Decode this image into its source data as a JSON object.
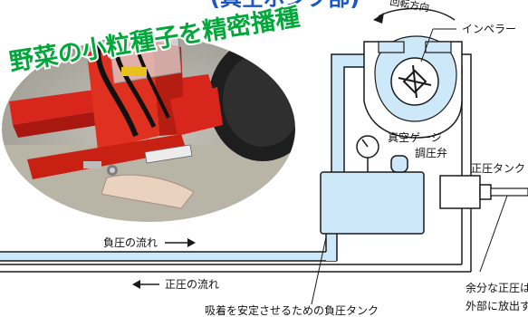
{
  "header": {
    "top_fragment": "(真空ポンプ部)",
    "headline": "野菜の小粒種子を精密播種"
  },
  "labels": {
    "impeller": "インペラー",
    "vacuum_gauge": "真空ゲージ",
    "pressure_valve": "調圧弁",
    "positive_tank": "正圧タンク",
    "negative_flow": "負圧の流れ",
    "positive_flow": "正圧の流れ",
    "excess_line1": "余分な正圧は",
    "excess_line2": "外部に放出する",
    "negative_tank": "吸着を安定させるための負圧タンク",
    "rotation": "回転方向"
  },
  "colors": {
    "pipe_fill": "#cde8f8",
    "pipe_outline": "#1a1a1a",
    "headline": "#00a83a",
    "machine_red": "#d8261c"
  }
}
